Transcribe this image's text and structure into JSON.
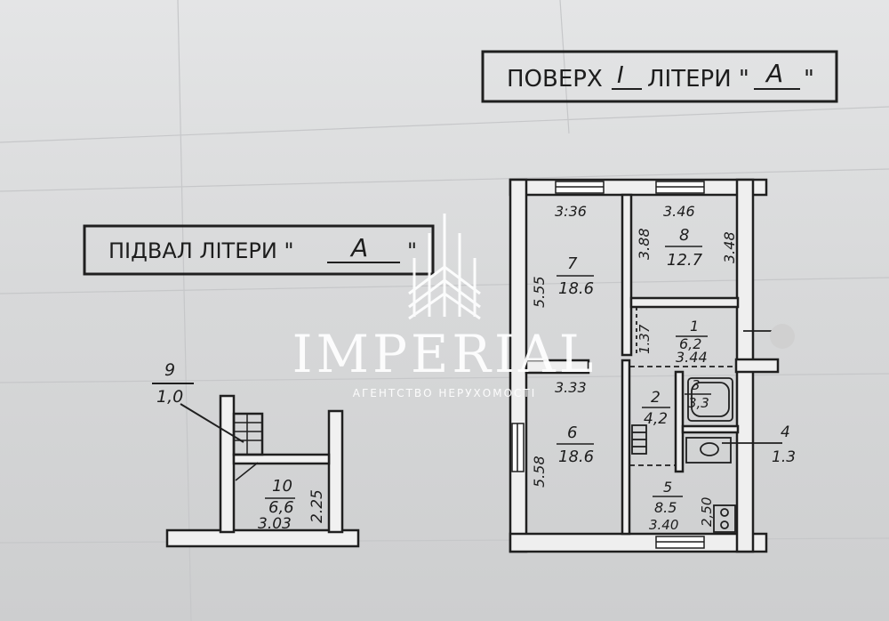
{
  "labels": {
    "floor_prefix": "ПОВЕРХ",
    "floor_num": "I",
    "floor_mid": "ЛІТЕРИ \"",
    "floor_letter": "А",
    "floor_end": "\"",
    "base_prefix": "ПІДВАЛ ЛІТЕРИ \"",
    "base_letter": "А",
    "base_end": "\""
  },
  "watermark": {
    "brand": "IMPERIAL",
    "tagline": "АГЕНТСТВО НЕРУХОМОСТІ"
  },
  "basement": {
    "room9": {
      "num": "9",
      "area": "1,0"
    },
    "room10": {
      "num": "10",
      "area": "6,6",
      "width": "3.03",
      "depth": "2.25"
    }
  },
  "floor": {
    "room7": {
      "num": "7",
      "area": "18.6",
      "width": "3:36",
      "depth": "5.55"
    },
    "room8": {
      "num": "8",
      "area": "12.7",
      "width": "3.46",
      "depth_left": "3.88",
      "depth_right": "3.48"
    },
    "room1": {
      "num": "1",
      "area": "6,2",
      "width": "3.44",
      "depth": "1.37"
    },
    "room2": {
      "num": "2",
      "area": "4,2"
    },
    "room3": {
      "num": "3",
      "area": "3,3"
    },
    "room4": {
      "num": "4",
      "area": "1.3"
    },
    "room5": {
      "num": "5",
      "area": "8.5",
      "width": "3.40",
      "depth": "2,50"
    },
    "room6": {
      "num": "6",
      "area": "18.6",
      "width": "3.33",
      "depth": "5.58"
    }
  }
}
